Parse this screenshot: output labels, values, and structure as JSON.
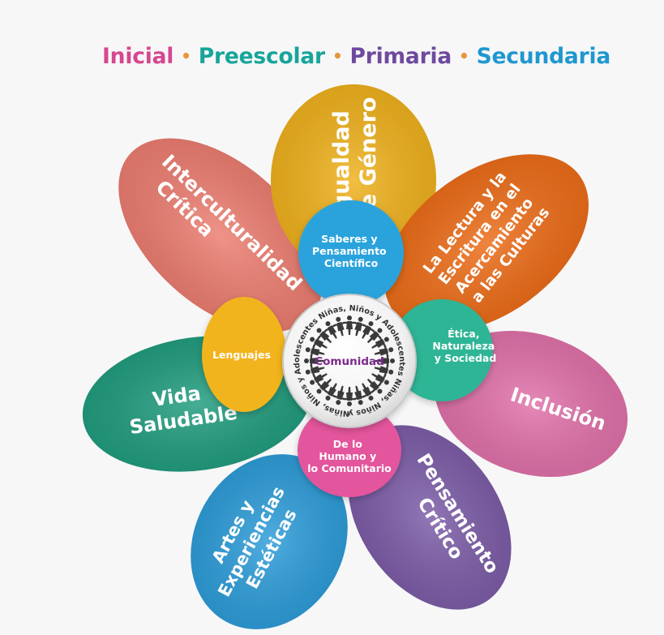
{
  "levels": [
    {
      "label": "Inicial",
      "color": "#d6478f"
    },
    {
      "label": "Preescolar",
      "color": "#17a59a"
    },
    {
      "label": "Primaria",
      "color": "#6f4a9e"
    },
    {
      "label": "Secundaria",
      "color": "#1f97cf"
    }
  ],
  "level_separator": "•",
  "petals": {
    "igualdad": {
      "lines": [
        "Igualdad",
        "de Género"
      ],
      "color": "#efb019"
    },
    "lectura": {
      "lines": [
        "La Lectura y la",
        "Escritura en el",
        "Acercamiento",
        "a las Culturas"
      ],
      "color": "#ec6a14"
    },
    "inclusion": {
      "lines": [
        "Inclusión"
      ],
      "color": "#e06fa8"
    },
    "pensamiento": {
      "lines": [
        "Pensamiento",
        "Crítico"
      ],
      "color": "#7a5aa6"
    },
    "artes": {
      "lines": [
        "Artes y",
        "Experiencias",
        "Estéticas"
      ],
      "color": "#2a9bd8"
    },
    "vida": {
      "lines": [
        "Vida",
        "Saludable"
      ],
      "color": "#1d9b7c"
    },
    "intercultural": {
      "lines": [
        "Interculturalidad",
        "Crítica"
      ],
      "color": "#ec7b6e"
    }
  },
  "fields": {
    "saberes": {
      "lines": [
        "Saberes y",
        "Pensamiento",
        "Científico"
      ],
      "color": "#2aa3dc"
    },
    "etica": {
      "lines": [
        "Ética,",
        "Naturaleza",
        "y Sociedad"
      ],
      "color": "#2db595"
    },
    "humano": {
      "lines": [
        "De lo",
        "Humano y",
        "lo Comunitario"
      ],
      "color": "#e3559c"
    },
    "lenguajes": {
      "lines": [
        "Lenguajes"
      ],
      "color": "#f2b41b"
    }
  },
  "center": {
    "label": "Comunidad",
    "label_color": "#7b2a8c",
    "ring_text": "Niñas, Niños y Adolescentes Niñas, Niños y Adolescentes Niñas, Niños y Adolescentes"
  }
}
